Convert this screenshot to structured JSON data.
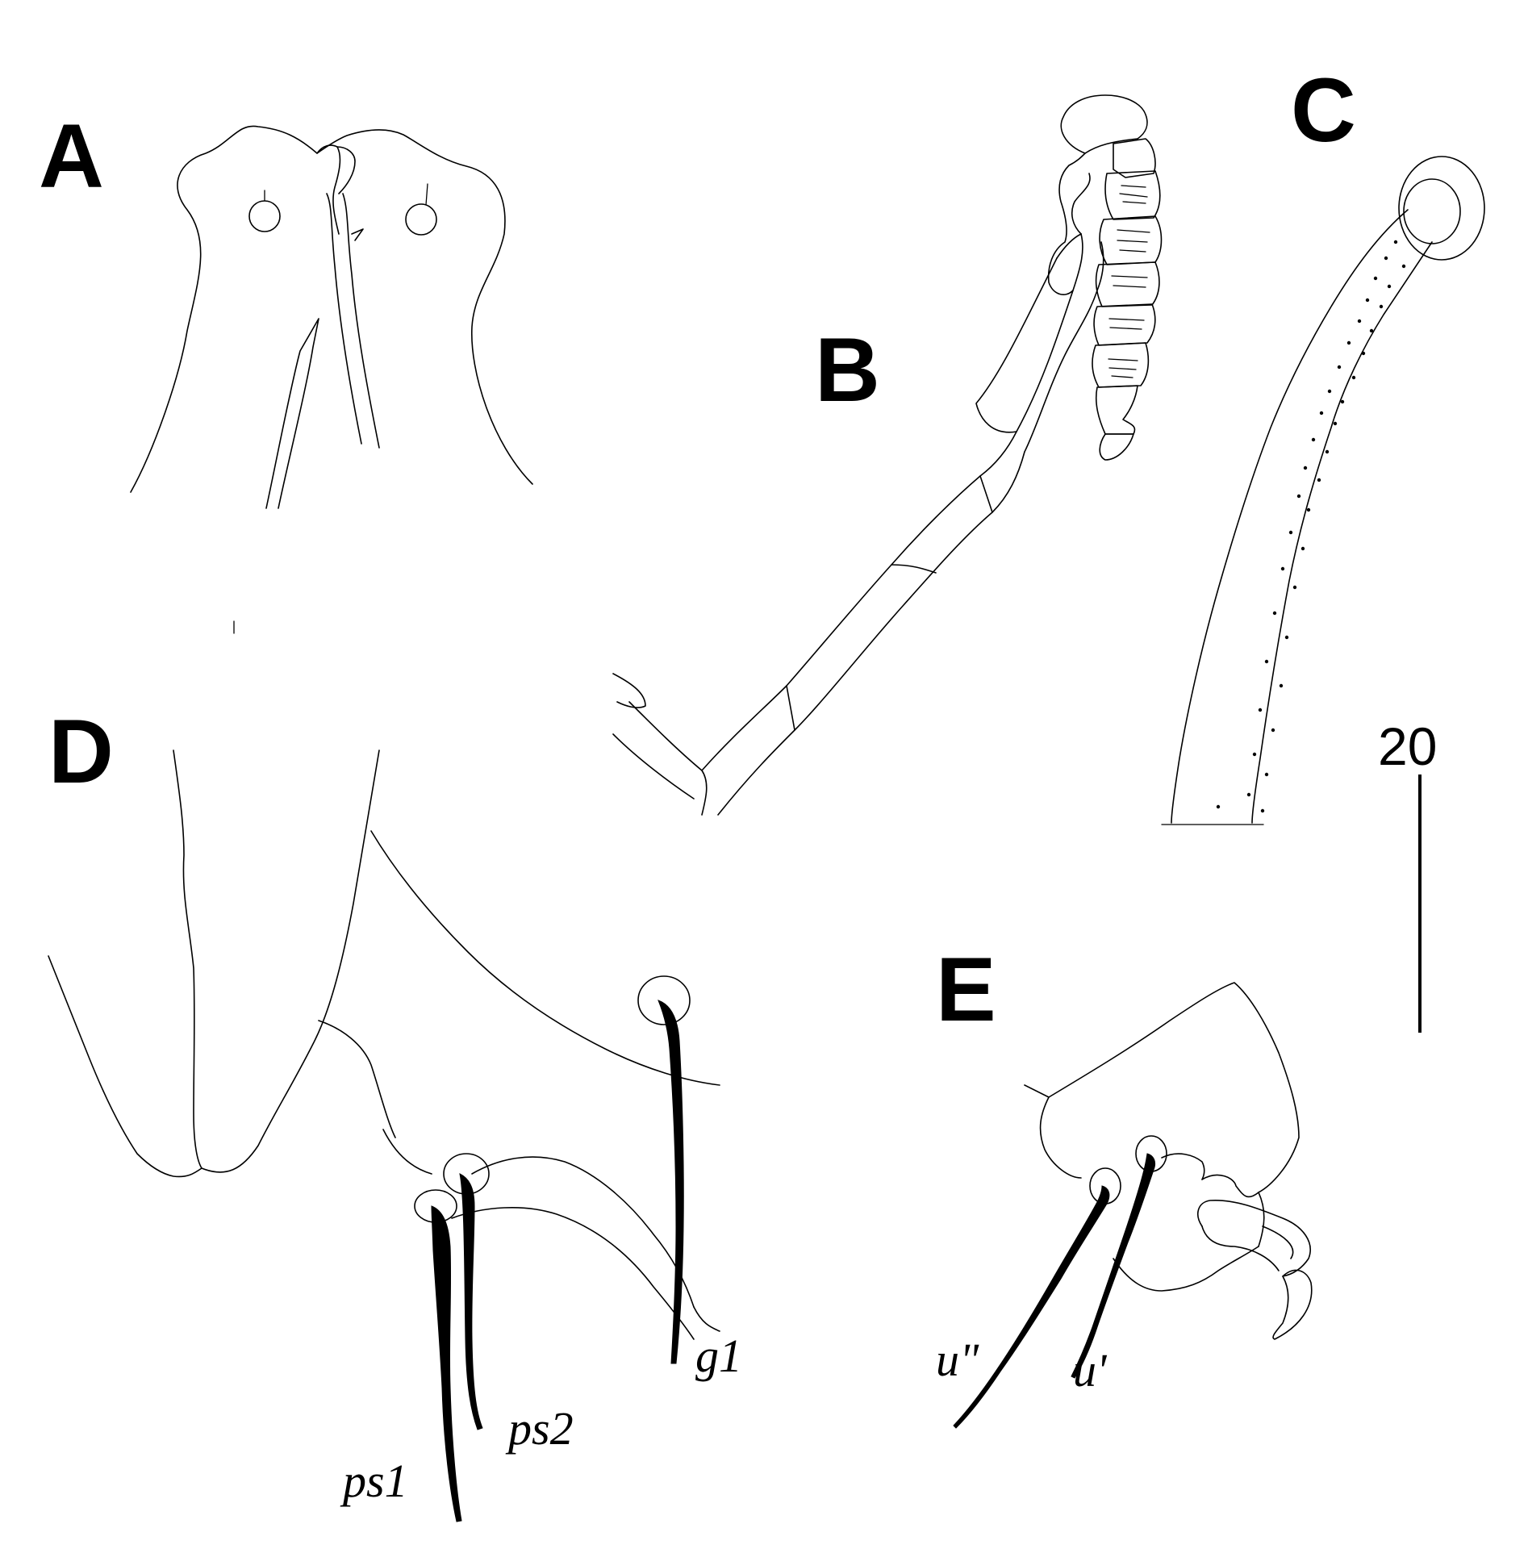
{
  "panels": {
    "a": "A",
    "b": "B",
    "c": "C",
    "d": "D",
    "e": "E"
  },
  "setae": {
    "ps1": "ps1",
    "ps2": "ps2",
    "g1": "g1",
    "u_double_prime": "u\"",
    "u_prime": "u'"
  },
  "scale_bar": {
    "value": "20"
  }
}
